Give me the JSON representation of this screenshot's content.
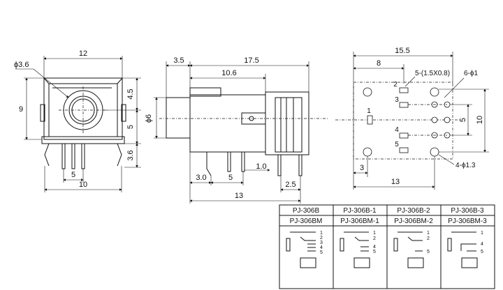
{
  "front_view": {
    "width_top": "12",
    "hole_dia": "ϕ3.6",
    "height_left": "9",
    "right_dims": [
      "4.5",
      "5",
      "3.6"
    ],
    "pin_spacing": "5",
    "width_bottom": "10"
  },
  "side_view": {
    "dims_top": [
      "3.5",
      "17.5",
      "10.6"
    ],
    "body_dia": "ϕ6",
    "dims_bottom": [
      "1.0",
      "3.0",
      "5",
      "2.5",
      "13"
    ]
  },
  "footprint": {
    "dims_top": [
      "15.5",
      "8"
    ],
    "slot_note": "5-(1.5X0.8)",
    "hole_note": "6-ϕ1",
    "mount_note": "4-ϕ1.3",
    "pin_labels": [
      "1",
      "2",
      "3",
      "4",
      "5"
    ],
    "dims_right": [
      "5",
      "10"
    ],
    "dims_bottom": [
      "3",
      "13"
    ]
  },
  "model_table": {
    "row1": [
      "PJ-306B",
      "PJ-306B-1",
      "PJ-306B-2",
      "PJ-306B-3"
    ],
    "row2": [
      "PJ-306BM",
      "PJ-306BM-1",
      "PJ-306BM-2",
      "PJ-306BM-3"
    ],
    "schematics": [
      [
        "1",
        "2",
        "3",
        "4",
        "5"
      ],
      [
        "1",
        "2",
        "4",
        "5"
      ],
      [
        "1",
        "2",
        "5"
      ],
      [
        "1",
        "4",
        "5"
      ]
    ]
  }
}
